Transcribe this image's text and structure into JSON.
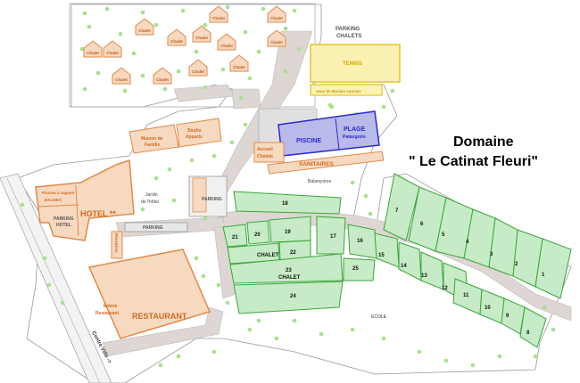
{
  "title": {
    "line1": "Domaine",
    "line2": "\" Le Catinat Fleuri\""
  },
  "colors": {
    "orange": "#e08a4a",
    "orange_fill": "#f7d9c0",
    "green": "#3aa63a",
    "green_fill": "#c6ebc6",
    "blue": "#2a2ad0",
    "blue_fill": "#b9b9ea",
    "yellow": "#e6c422",
    "yellow_fill": "#fbf1b2",
    "path_fill": "#ddd6d2",
    "tree": "#a6e38a"
  },
  "labels": {
    "parking_chalets_1": "PARKING",
    "parking_chalets_2": "CHALETS",
    "tennis": "TENNIS",
    "jeux_boules": "Jeux de Boules couvert",
    "piscine": "PISCINE",
    "plage_1": "PLAGE",
    "plage_2": "Pataugoire",
    "accueil_1": "Accueil",
    "accueil_2": "Chalets",
    "sanitaires": "SANITAIRES",
    "balancoires": "Balançoires",
    "maison_1": "Maison de",
    "maison_2": "Famille",
    "studio_1": "Studio",
    "studio_2": "Apparts",
    "piscine_hotel_1": "Piscine à vagues",
    "piscine_hotel_2": "BALNEO",
    "hotel": "HOTEL **",
    "parking_hotel_1": "PARKING",
    "parking_hotel_2": "HOTEL",
    "jardin_1": "Jardin",
    "jardin_2": "de l'hôtel",
    "parking_mid": "PARKING",
    "parking_lower": "PARKING",
    "reception": "Réception",
    "restaurant": "RESTAURANT",
    "entree_1": "Entrée",
    "entree_2": "Restaurant",
    "centre_ville": "Centre Ville ->",
    "ecole": "ECOLE",
    "chalet_a": "CHALET",
    "chalet_b": "CHALET"
  },
  "chalets": [
    "Chalet",
    "Chalet",
    "Chalet",
    "Chalet",
    "Chalet",
    "Chalet",
    "Chalet",
    "Chalet",
    "Chalet",
    "Chalet",
    "Chalet",
    "Chalet",
    "Chalet"
  ],
  "plots": [
    "1",
    "2",
    "3",
    "4",
    "5",
    "6",
    "7",
    "8",
    "9",
    "10",
    "11",
    "12",
    "13",
    "14",
    "15",
    "16",
    "17",
    "18",
    "19",
    "20",
    "21",
    "22",
    "23",
    "24",
    "25"
  ]
}
